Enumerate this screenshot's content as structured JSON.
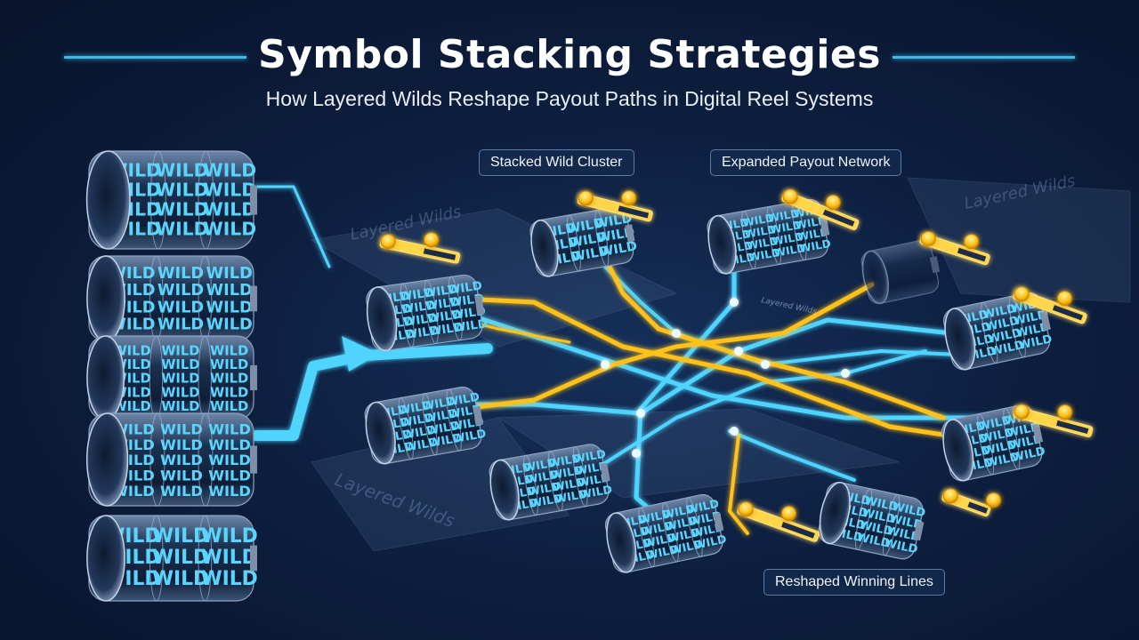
{
  "header": {
    "title": "Symbol Stacking Strategies",
    "subtitle": "How Layered Wilds Reshape Payout Paths in Digital Reel Systems"
  },
  "callouts": {
    "stacked_wild_cluster": "Stacked Wild Cluster",
    "expanded_payout_network": "Expanded Payout Network",
    "reshaped_winning_lines": "Reshaped Winning Lines"
  },
  "panel_labels": {
    "layered_wilds": "Layered Wilds",
    "layered_wild_small": "Layered Wild",
    "layered_wilds_small": "Layered Wilds"
  },
  "reel_symbol": "WILD",
  "colors": {
    "background": "#0d1f3f",
    "blue_path": "#4fd3ff",
    "gold_path": "#ffc21a",
    "title_rule": "#3fb9e8"
  }
}
